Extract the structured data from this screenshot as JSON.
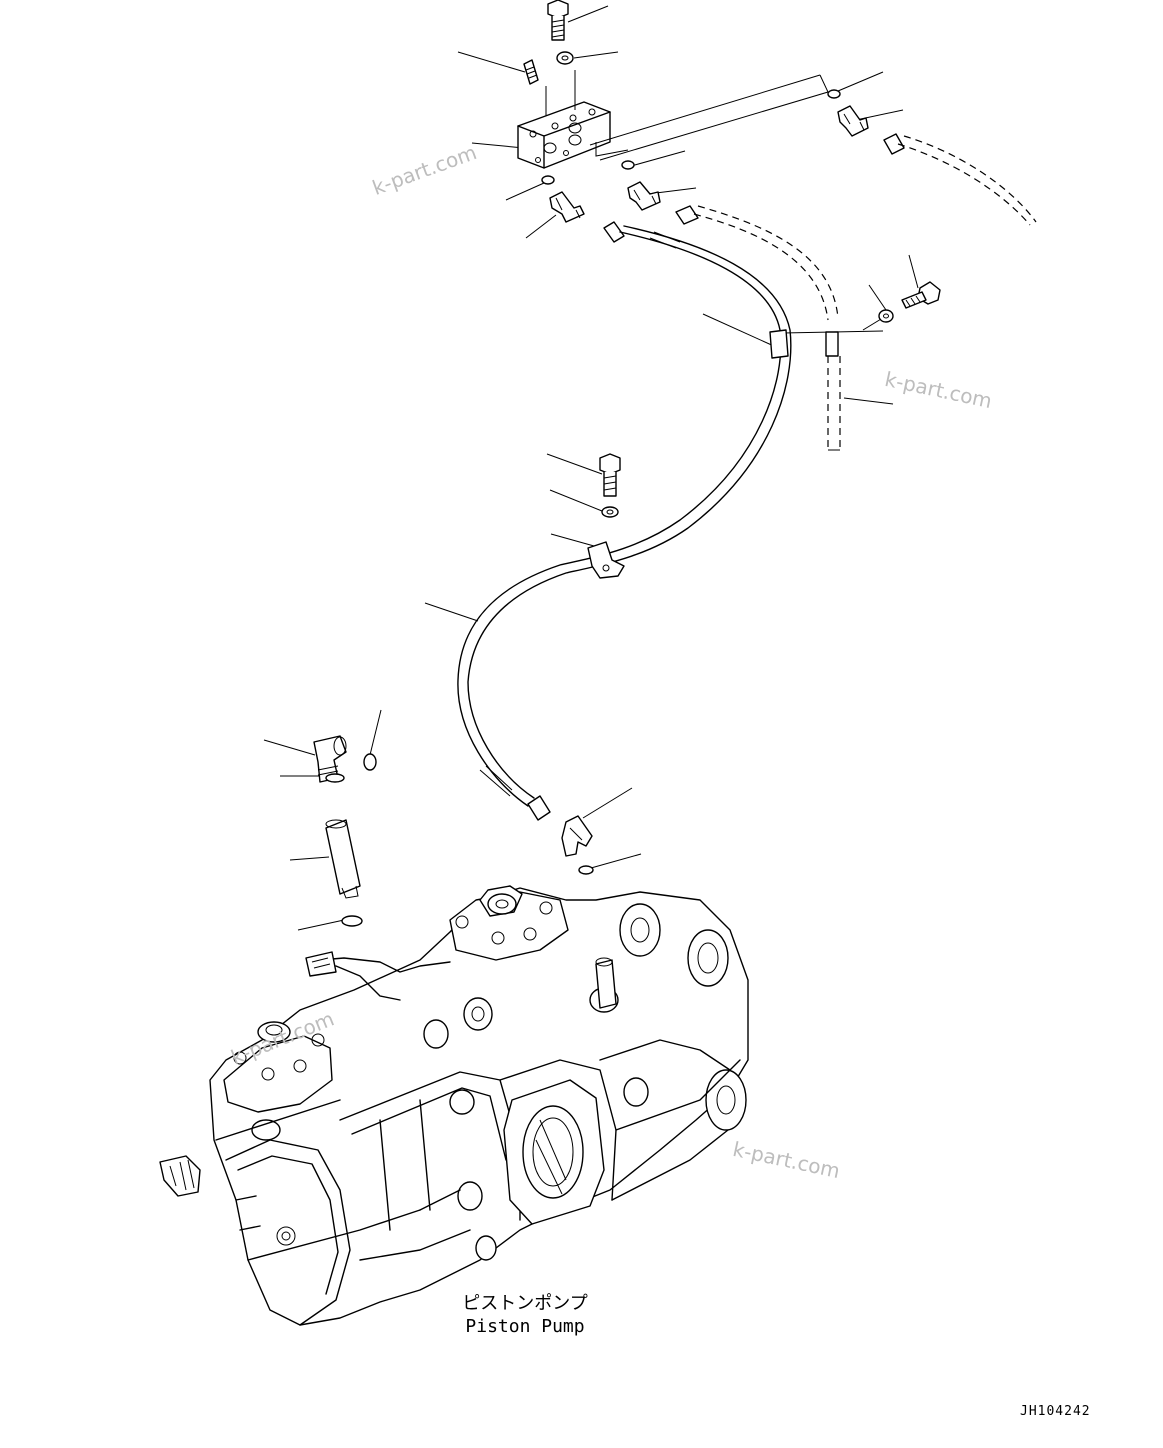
{
  "caption": {
    "japanese": "ピストンポンプ",
    "english": "Piston Pump"
  },
  "watermarks": [
    "k-part.com",
    "k-part.com",
    "k-part.com",
    "k-part.com"
  ],
  "drawing_number": "JH104242"
}
